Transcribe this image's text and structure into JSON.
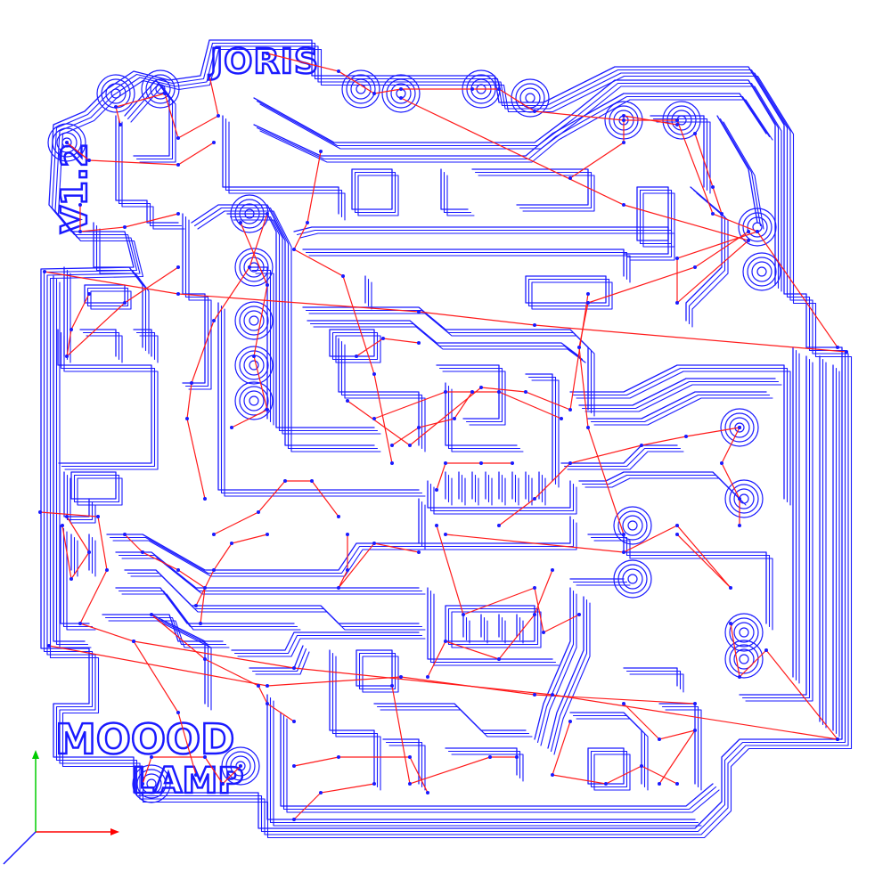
{
  "viewer": {
    "colors": {
      "background": "#ffffff",
      "toolpath": "#1a1aff",
      "rapid_move": "#ff1a1a",
      "axis_x": "#ff0000",
      "axis_y": "#00cc00",
      "axis_z": "#1a1aff"
    },
    "icons": [
      "axis-triad-icon"
    ]
  },
  "board": {
    "silkscreen": {
      "name_text": "JORIS",
      "version_text": "V1.2",
      "title_line1": "MOOOD",
      "title_line2": "LAMP"
    }
  }
}
